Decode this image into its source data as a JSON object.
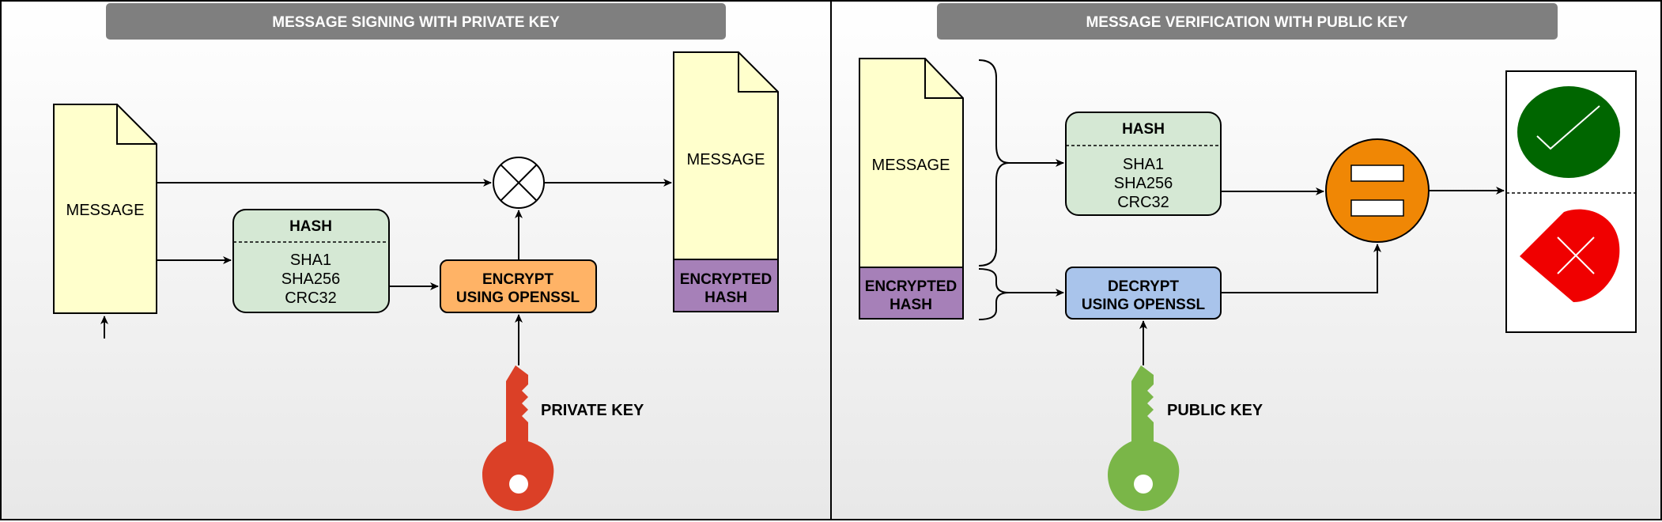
{
  "signing": {
    "title": "MESSAGE SIGNING WITH PRIVATE KEY",
    "message_label": "MESSAGE",
    "hash": {
      "title": "HASH",
      "algorithms": [
        "SHA1",
        "SHA256",
        "CRC32"
      ]
    },
    "encrypt": {
      "line1": "ENCRYPT",
      "line2": "USING OPENSSL"
    },
    "output": {
      "message_label": "MESSAGE",
      "hash_line1": "ENCRYPTED",
      "hash_line2": "HASH"
    },
    "key_label": "PRIVATE KEY"
  },
  "verification": {
    "title": "MESSAGE VERIFICATION WITH PUBLIC KEY",
    "message_label": "MESSAGE",
    "encrypted_line1": "ENCRYPTED",
    "encrypted_line2": "HASH",
    "hash": {
      "title": "HASH",
      "algorithms": [
        "SHA1",
        "SHA256",
        "CRC32"
      ]
    },
    "decrypt": {
      "line1": "DECRYPT",
      "line2": "USING OPENSSL"
    },
    "key_label": "PUBLIC KEY"
  },
  "colors": {
    "title_bar": "#7f7f7f",
    "document": "#ffffcc",
    "encrypted_hash": "#a680b8",
    "hash_box": "#d5e8d4",
    "encrypt_box": "#ffb366",
    "decrypt_box": "#a9c4eb",
    "private_key": "#db4027",
    "public_key": "#7ab648",
    "equals": "#f08705",
    "valid": "#006600",
    "invalid": "#f00000"
  }
}
